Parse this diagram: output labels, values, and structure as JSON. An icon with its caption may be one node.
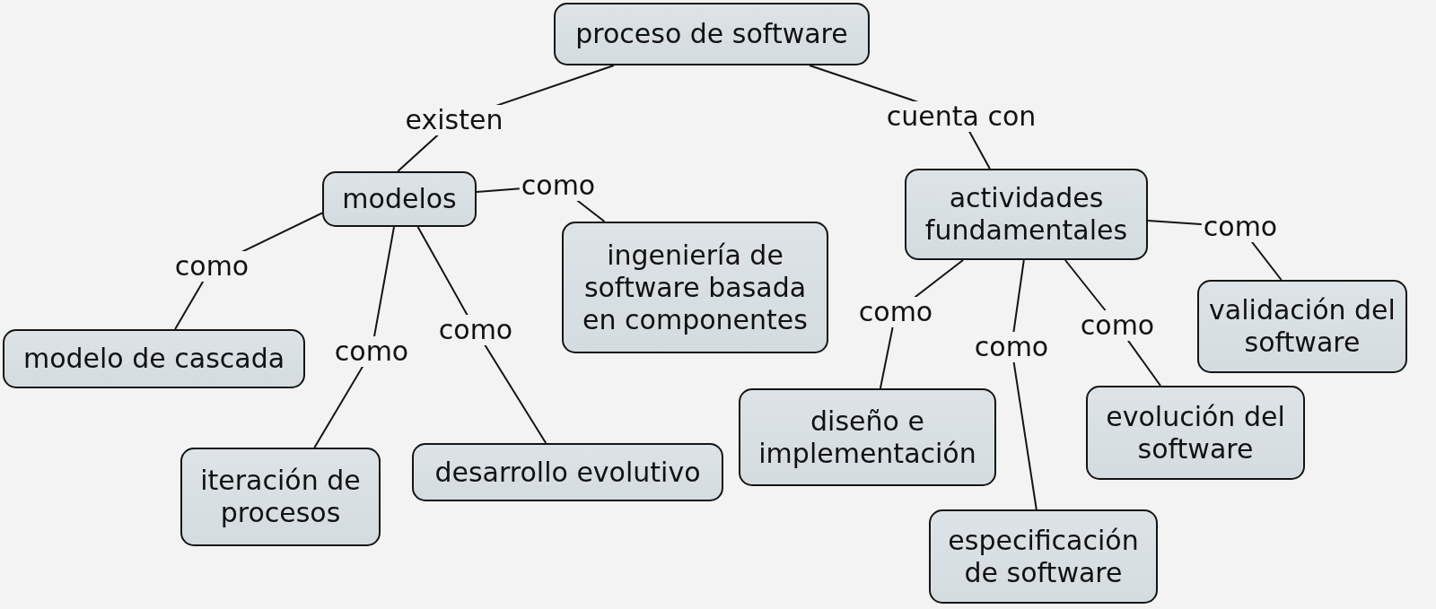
{
  "diagram": {
    "nodes": [
      {
        "text": [
          "proceso de software"
        ]
      },
      {
        "text": [
          "modelos"
        ]
      },
      {
        "text": [
          "actividades fundamentales"
        ]
      },
      {
        "text": [
          "ingeniería de software basada en componentes"
        ]
      },
      {
        "text": [
          "validación del software"
        ]
      },
      {
        "text": [
          "modelo de cascada"
        ]
      },
      {
        "text": [
          "diseño e implementación"
        ]
      },
      {
        "text": [
          "evolución del software"
        ]
      },
      {
        "text": [
          "iteración de procesos"
        ]
      },
      {
        "text": [
          "desarrollo evolutivo"
        ]
      },
      {
        "text": [
          "especificación de software"
        ]
      }
    ],
    "edges": [
      {
        "from": 0,
        "to": 1,
        "arrow": "none",
        "label": "existen"
      },
      {
        "from": 0,
        "to": 2,
        "arrow": "none",
        "label": "cuenta con"
      },
      {
        "from": 1,
        "to": 3,
        "arrow": "none",
        "label": "como"
      },
      {
        "from": 1,
        "to": 5,
        "arrow": "none",
        "label": "como"
      },
      {
        "from": 1,
        "to": 8,
        "arrow": "none",
        "label": "como"
      },
      {
        "from": 1,
        "to": 9,
        "arrow": "none",
        "label": "como"
      },
      {
        "from": 2,
        "to": 4,
        "arrow": "none",
        "label": "como"
      },
      {
        "from": 2,
        "to": 6,
        "arrow": "none",
        "label": "como"
      },
      {
        "from": 2,
        "to": 10,
        "arrow": "none",
        "label": "como"
      },
      {
        "from": 2,
        "to": 7,
        "arrow": "none",
        "label": "como"
      }
    ]
  }
}
